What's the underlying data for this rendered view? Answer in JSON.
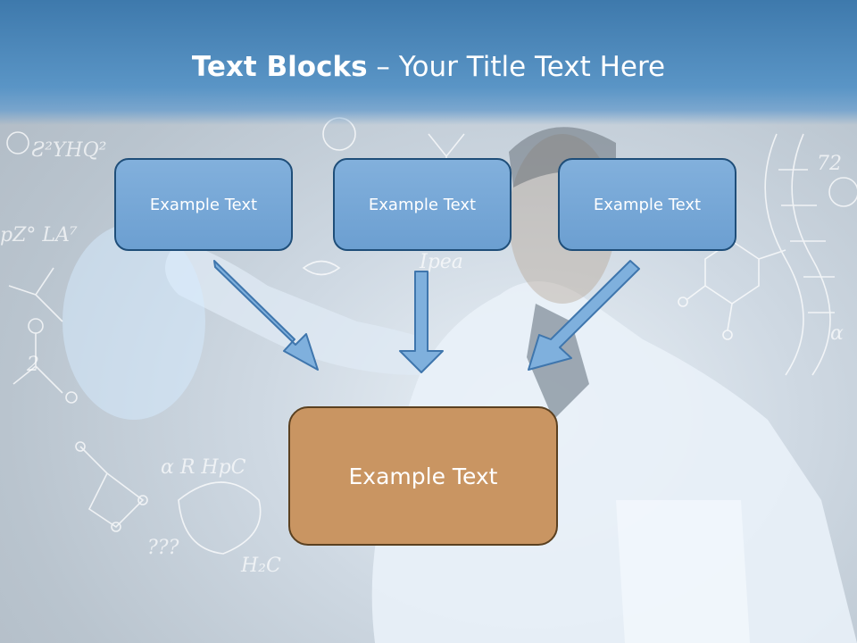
{
  "slide": {
    "title_bold": "Text Blocks",
    "title_sep": " – ",
    "title_rest": "Your Title Text Here"
  },
  "blocks": [
    {
      "label": "Example Text"
    },
    {
      "label": "Example Text"
    },
    {
      "label": "Example Text"
    }
  ],
  "result_block": {
    "label": "Example Text"
  },
  "colors": {
    "header": "#4a88bf",
    "top_box_fill": "#76a7d8",
    "top_box_border": "#1f4e79",
    "result_box_fill": "#c99562",
    "result_box_border": "#5a4020",
    "arrow_fill": "#7fb0dd",
    "arrow_stroke": "#3f76ad"
  }
}
